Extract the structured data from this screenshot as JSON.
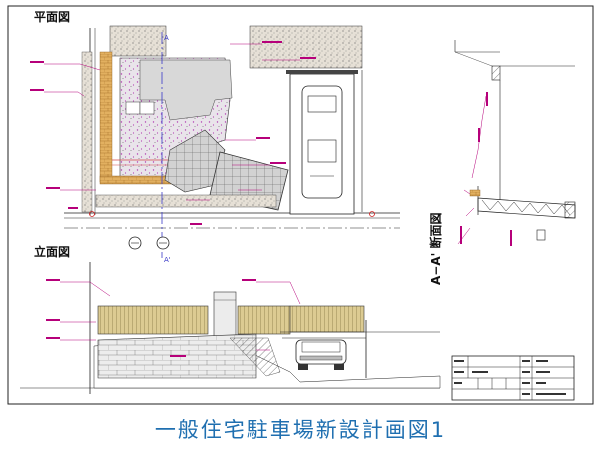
{
  "caption": "一般住宅駐車場新設計画図1",
  "views": {
    "plan_title": "平面図",
    "elevation_title": "立面図",
    "section_title": "A−A' 断面図",
    "section_marker_top": "A",
    "section_marker_bottom": "A'"
  },
  "colors": {
    "caption": "#1f6fb0",
    "annotation": "#b6007a",
    "fence_tan": "#d8c890",
    "brick": "#d9a14a",
    "paving": "#c9c9c9",
    "stone_speckle": "#b33fb3"
  }
}
